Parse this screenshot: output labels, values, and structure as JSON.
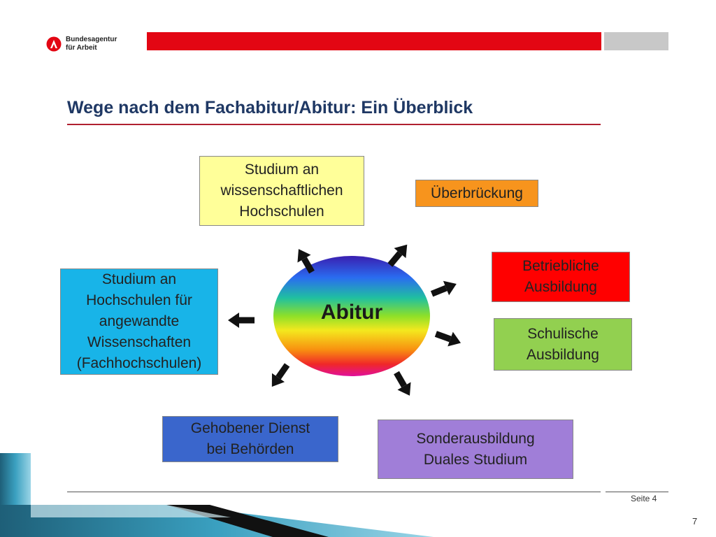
{
  "header": {
    "logo_line1": "Bundesagentur",
    "logo_line2": "für Arbeit",
    "logo_icon": "ba-logo-icon",
    "brand_color": "#e30613"
  },
  "title": "Wege nach dem Fachabitur/Abitur: Ein Überblick",
  "center": {
    "label": "Abitur"
  },
  "boxes": {
    "uni": {
      "lines": [
        "Studium an",
        "wissenschaftlichen",
        "Hochschulen"
      ],
      "color": "#ffff99"
    },
    "bridge": {
      "lines": [
        "Überbrückung"
      ],
      "color": "#f7941d"
    },
    "company": {
      "lines": [
        "Betriebliche",
        "Ausbildung"
      ],
      "color": "#ff0000"
    },
    "school": {
      "lines": [
        "Schulische",
        "Ausbildung"
      ],
      "color": "#92d050"
    },
    "special": {
      "lines": [
        "Sonderausbildung",
        "Duales Studium"
      ],
      "color": "#a07ed8"
    },
    "civil": {
      "lines": [
        "Gehobener Dienst",
        "bei Behörden"
      ],
      "color": "#3a66cc"
    },
    "fh": {
      "lines": [
        "Studium an",
        "Hochschulen für",
        "angewandte",
        "Wissenschaften",
        "(Fachhochschulen)"
      ],
      "color": "#18b4e8"
    }
  },
  "footer": {
    "page_label": "Seite 4",
    "slide_number": "7"
  }
}
